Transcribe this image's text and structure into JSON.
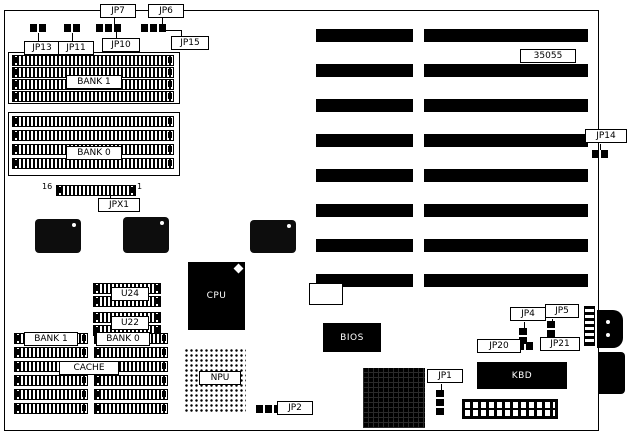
{
  "colors": {
    "ink": "#000000",
    "background": "#ffffff"
  },
  "board": {
    "part_number": "35055"
  },
  "top_jumpers": {
    "jp7": "JP7",
    "jp6": "JP6",
    "jp13": "JP13",
    "jp11": "JP11",
    "jp10": "JP10",
    "jp15": "JP15"
  },
  "simm": {
    "bank1": "BANK 1",
    "bank0": "BANK 0"
  },
  "jpx1": {
    "label": "JPX1",
    "pin_left": "16",
    "pin_right": "1"
  },
  "chips": {
    "cpu": "CPU",
    "npu": "NPU",
    "bios": "BIOS",
    "kbd": "KBD",
    "u24": "U24",
    "u22": "U22"
  },
  "cache": {
    "bank1": "BANK 1",
    "bank0": "BANK 0",
    "label": "CACHE"
  },
  "jumpers": {
    "jp1": "JP1",
    "jp2": "JP2",
    "jp4": "JP4",
    "jp5": "JP5",
    "jp14": "JP14",
    "jp20": "JP20",
    "jp21": "JP21"
  }
}
